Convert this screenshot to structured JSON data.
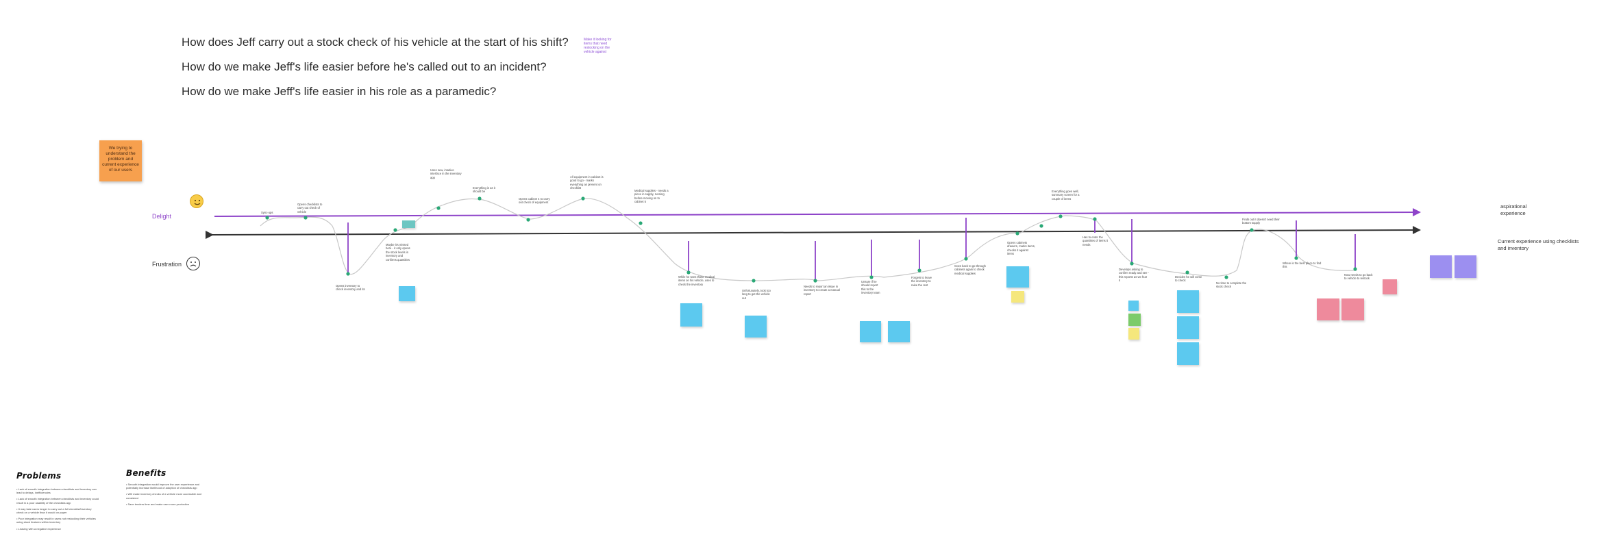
{
  "questions": [
    "How does Jeff carry out a stock check of his vehicle at the start of his shift?",
    "How do we make Jeff's life easier before he's called out to an incident?",
    "How do we make Jeff's life easier in his role as a paramedic?"
  ],
  "side_note": "Make it looking for items that need restocking on the vehicle against",
  "intro_sticky": "We trying to understand the problem and current experience of our users",
  "axis": {
    "delight": "Delight",
    "frustration": "Frustration",
    "aspirational": "aspirational experience",
    "current": "Current experience using checklists and inventory"
  },
  "colors": {
    "aspirational_line": "#8e44c9",
    "current_line": "#333333",
    "point": "#2aa876",
    "pain_arrow": "#8e44c9",
    "sticky_blue": "#5cc9ef",
    "sticky_yellow": "#f5e77c",
    "sticky_green": "#7ccb6a",
    "sticky_pink": "#ee8a9c",
    "sticky_purple": "#9c8ff0",
    "sticky_orange": "#f7a04e"
  },
  "problems": {
    "title": "Problems",
    "items": [
      "Lack of smooth integration between checklists and inventory can lead to delays, inefficiencies",
      "Lack of smooth integration between checklists and inventory could result in a poor usability of the checklists app",
      "It may take users longer to carry out a full checklist/inventory check on a vehicle than it would on paper",
      "Poor integration may result in users not restocking their vehicles using stock features within inventory",
      "Leaving with a negative experience"
    ]
  },
  "benefits": {
    "title": "Benefits",
    "items": [
      "Smooth integration would improve the user experience and potentially increase likelihood of adoption of checklists app",
      "Will make inventory checks of a vehicle more accessible and consistent",
      "Save tenders time and make user more productive"
    ]
  },
  "upper_annotations": [
    "Sync-ups",
    "Opens checklists to carry out check of vehicle",
    "Uses new, intuitive interface in the inventory app",
    "Everything is as it should be",
    "Opens cabinet 4 to carry out check of equipment",
    "All equipment in cabinet is good to go - marks everything as present on checklist",
    "Medical supplies - needs a piece in supply, running before moving on to cabinet 5",
    "Everything goes well, summary screen for a couple of items",
    "Finds out it doesn't need their bottom supply"
  ],
  "lower_annotations": [
    "Opens inventory to check inventory and its",
    "Maybe it's missed here - it only opens the stock levels in inventory and confirms quantities",
    "While he sees those medical items on his vehicle, uses to check the inventory",
    "Unfortunately, took too long to get the vehicle out",
    "Needs to report an issue in inventory to create a manual report",
    "Unsure if he should report this to the inventory team",
    "Forgets to leave the inventory to raise the rest",
    "Goes back to go through cabinets again to check medical supplies",
    "Opens cabinets drawers, marks items, checks it against items",
    "Has to enter the quantities of items it needs",
    "Develops asking to confirm ready and see - this reports as we fear it",
    "Decides he will come to check",
    "No time to complete the stock check",
    "Where is the best place to find this",
    "Now needs to go back to vehicle to restock"
  ]
}
